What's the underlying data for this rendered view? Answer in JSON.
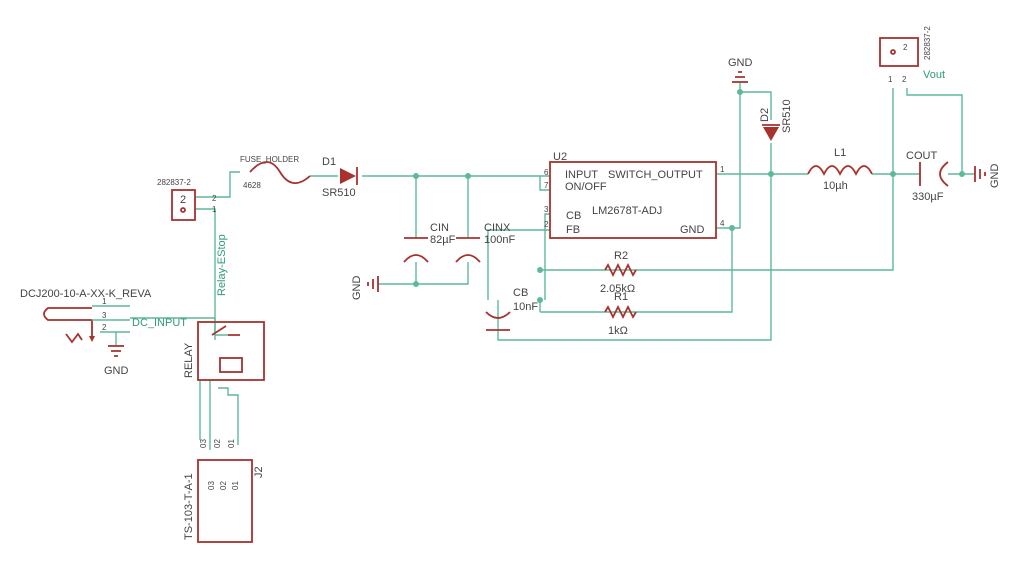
{
  "parts": {
    "fuse": {
      "name": "FUSE_HOLDER",
      "value": "4628"
    },
    "d1": {
      "name": "D1",
      "value": "SR510"
    },
    "d2": {
      "name": "D2",
      "value": "SR510"
    },
    "cin": {
      "name": "CIN",
      "value": "82µF"
    },
    "cinx": {
      "name": "CINX",
      "value": "100nF"
    },
    "cb": {
      "name": "CB",
      "value": "10nF"
    },
    "r2": {
      "name": "R2",
      "value": "2.05kΩ"
    },
    "r1": {
      "name": "R1",
      "value": "1kΩ"
    },
    "l1": {
      "name": "L1",
      "value": "10µh"
    },
    "cout": {
      "name": "COUT",
      "value": "330µF"
    },
    "u2": {
      "name": "U2",
      "value": "LM2678T-ADJ",
      "pins": {
        "input": "INPUT",
        "switch": "SWITCH_OUTPUT",
        "onoff": "ON/OFF",
        "cb": "CB",
        "fb": "FB",
        "gnd": "GND",
        "n1": "1",
        "n2": "2",
        "n3": "3",
        "n4": "4",
        "n6": "6",
        "n7": "7"
      }
    },
    "term_in": {
      "name": "282837-2",
      "pin1": "1",
      "pin2": "2"
    },
    "term_out": {
      "name": "282837-2",
      "pin1": "1",
      "pin2": "2"
    },
    "jack": {
      "name": "DCJ200-10-A-XX-K_REVA",
      "pin1": "1",
      "pin2": "2",
      "pin3": "3"
    },
    "relay": {
      "name": "RELAY"
    },
    "j2": {
      "name": "TS-103-T-A-1",
      "ref": "J2",
      "pins": [
        "03",
        "02",
        "01"
      ]
    }
  },
  "nets": {
    "gnd": "GND",
    "dc_input": "DC_INPUT",
    "relay_estop": "Relay-EStop",
    "vout": "Vout"
  }
}
